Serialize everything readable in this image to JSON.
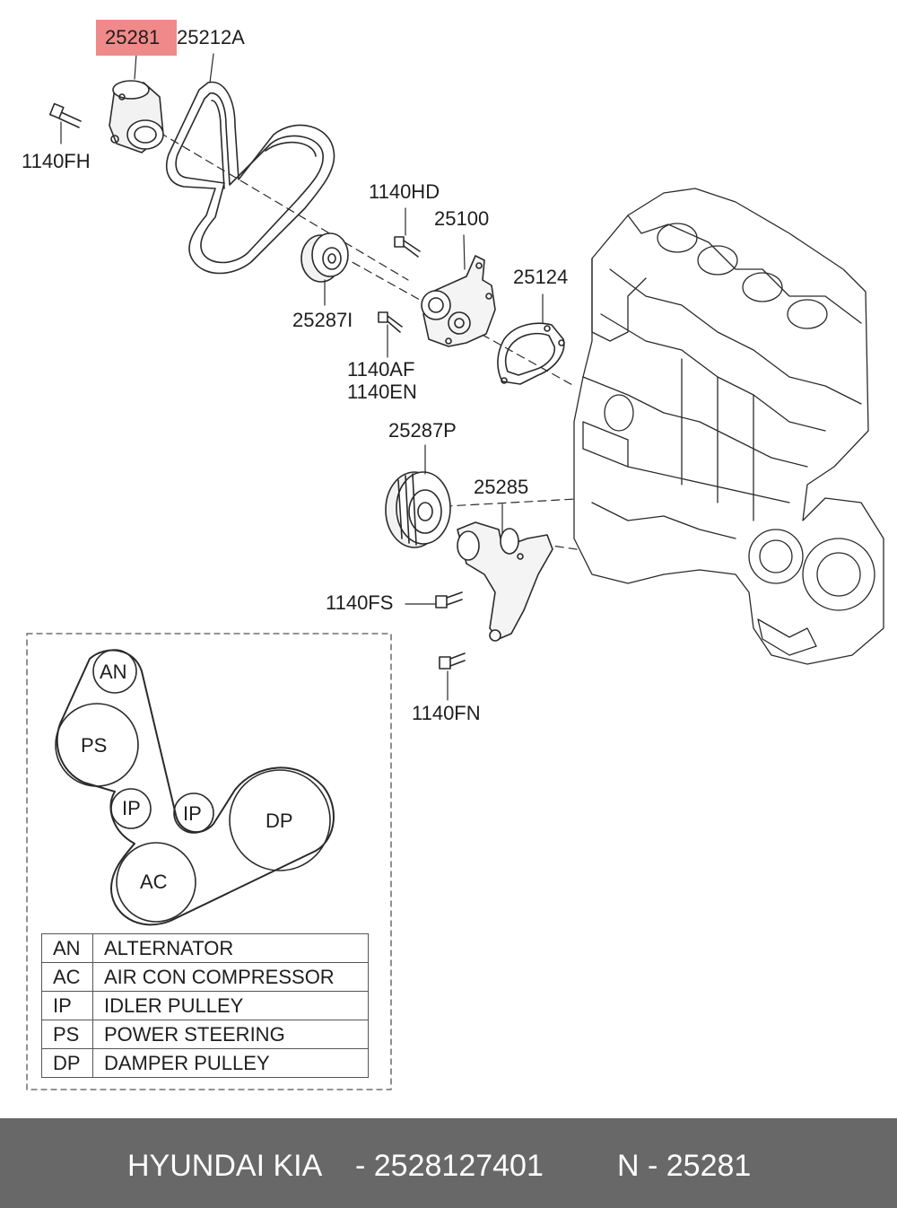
{
  "callouts": {
    "highlighted_part": "25281",
    "belt": "25212A",
    "bolt_tensioner": "1140FH",
    "bolt_pump": "1140HD",
    "water_pump": "25100",
    "gasket": "25124",
    "idler_pulley_upper": "25287I",
    "bolt_af": "1140AF",
    "bolt_en": "1140EN",
    "idler_pulley_lower": "25287P",
    "bracket": "25285",
    "bolt_fs": "1140FS",
    "bolt_fn": "1140FN"
  },
  "belt_routing": {
    "pulleys": [
      "AN",
      "PS",
      "IP",
      "IP",
      "DP",
      "AC"
    ]
  },
  "legend": [
    {
      "code": "AN",
      "description": "ALTERNATOR"
    },
    {
      "code": "AC",
      "description": "AIR CON COMPRESSOR"
    },
    {
      "code": "IP",
      "description": "IDLER PULLEY"
    },
    {
      "code": "PS",
      "description": "POWER STEERING"
    },
    {
      "code": "DP",
      "description": "DAMPER PULLEY"
    }
  ],
  "footer": {
    "brand": "HYUNDAI  KIA",
    "part_number_text": "- 2528127401",
    "ref_text": "N - 25281"
  },
  "colors": {
    "highlight": "#f08a8a",
    "footer_background": "#686868",
    "line_art": "#2a2a2a"
  }
}
